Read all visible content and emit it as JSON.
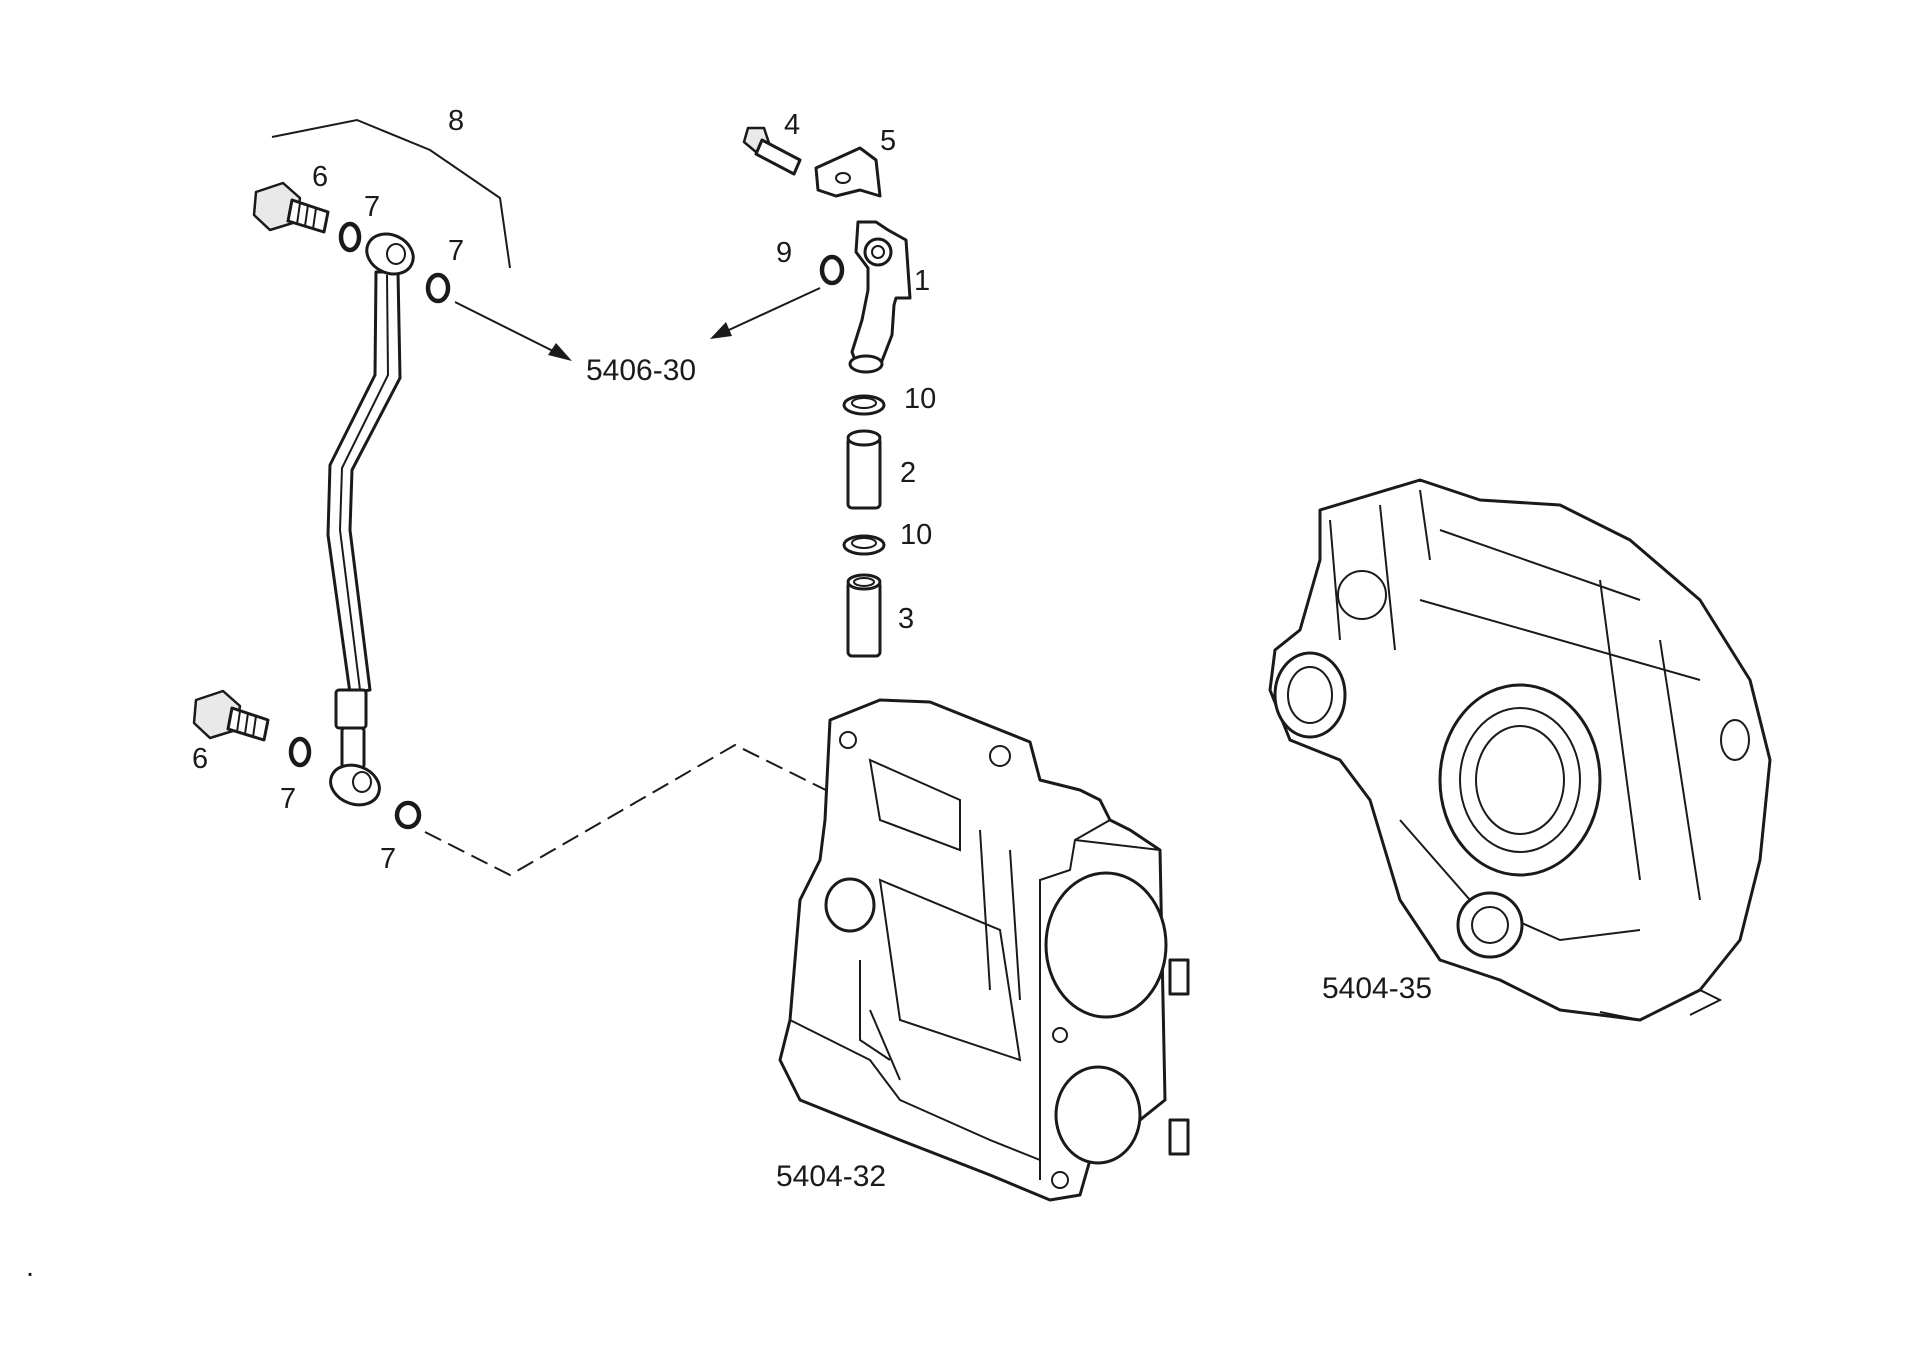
{
  "callouts": [
    {
      "id": "c1",
      "text": "1"
    },
    {
      "id": "c2",
      "text": "2"
    },
    {
      "id": "c3",
      "text": "3"
    },
    {
      "id": "c4",
      "text": "4"
    },
    {
      "id": "c5",
      "text": "5"
    },
    {
      "id": "c6a",
      "text": "6"
    },
    {
      "id": "c6b",
      "text": "6"
    },
    {
      "id": "c7a",
      "text": "7"
    },
    {
      "id": "c7b",
      "text": "7"
    },
    {
      "id": "c7c",
      "text": "7"
    },
    {
      "id": "c7d",
      "text": "7"
    },
    {
      "id": "c8",
      "text": "8"
    },
    {
      "id": "c9",
      "text": "9"
    },
    {
      "id": "c10a",
      "text": "10"
    },
    {
      "id": "c10b",
      "text": "10"
    }
  ],
  "references": {
    "ref_5406_30": "5406-30",
    "ref_5404_32": "5404-32",
    "ref_5404_35": "5404-35"
  },
  "footnote_mark": "."
}
